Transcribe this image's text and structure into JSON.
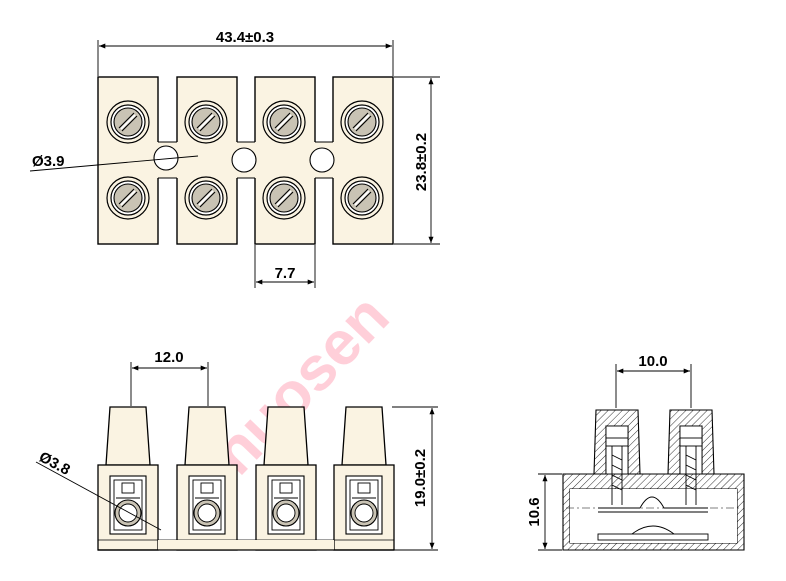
{
  "watermark": "Anuosen",
  "dimensions": {
    "overall_width": "43.4±0.3",
    "overall_height": "23.8±0.2",
    "hole_diameter": "Ø3.9",
    "pitch": "7.7",
    "front_pitch": "12.0",
    "wire_entry": "Ø3.8",
    "total_height": "19.0±0.2",
    "side_pitch": "10.0",
    "base_height": "10.6"
  },
  "colors": {
    "body_fill": "#faf3e2",
    "screw_fill": "#c9c3b4",
    "watermark": "#ffc7d2",
    "line": "#000000"
  }
}
